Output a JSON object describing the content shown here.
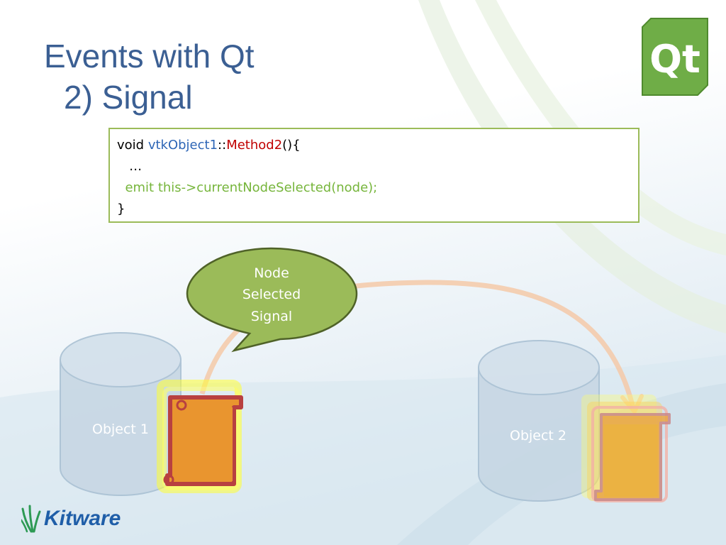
{
  "slide": {
    "title_line1": "Events with Qt",
    "title_line2": "2) Signal"
  },
  "code": {
    "line1": {
      "keyword": "void ",
      "class_name": "vtkObject1",
      "scope": "::",
      "method": "Method2",
      "tail": "(){"
    },
    "line2": "   …",
    "line3": "  emit this->currentNodeSelected(node);",
    "line4": "}"
  },
  "diagram": {
    "bubble_lines": [
      "Node",
      "Selected",
      "Signal"
    ],
    "object1_label": "Object 1",
    "object2_label": "Object 2"
  },
  "logos": {
    "qt": "Qt",
    "kitware": "Kitware"
  },
  "colors": {
    "title": "#3b5f93",
    "code_border": "#9bbb59",
    "bubble_fill": "#9bbb59",
    "bubble_stroke": "#4f6228",
    "cylinder_fill": "#c7d7e4",
    "arrow": "#f5c9a8",
    "scroll_fill": "#e9952f",
    "scroll_glow": "#ffff33",
    "kitware_blue": "#1f5ea8",
    "qt_green": "#6fad47"
  }
}
